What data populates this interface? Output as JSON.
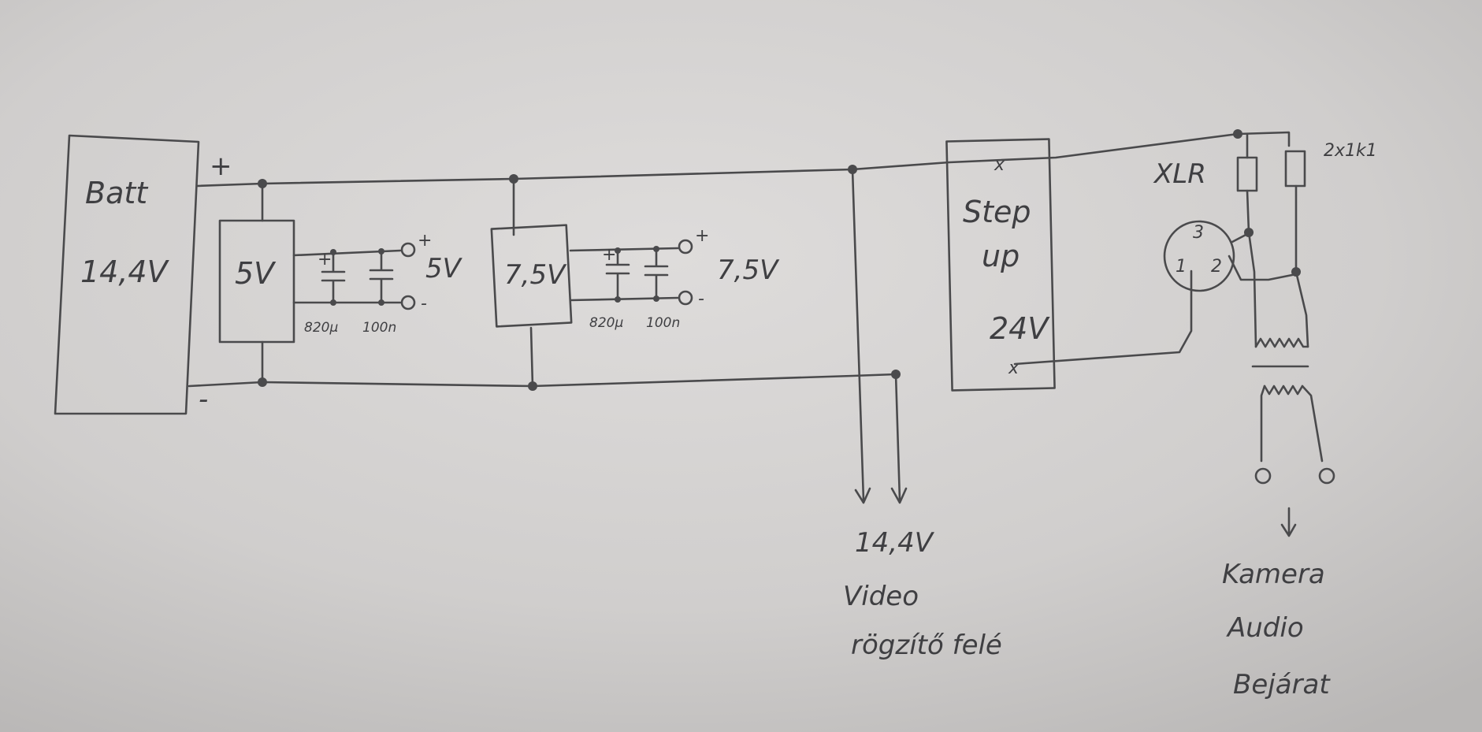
{
  "battery": {
    "name": "Batt",
    "voltage": "14,4V",
    "plus": "+",
    "minus": "-"
  },
  "reg1": {
    "label": "5V",
    "out_label": "5V",
    "plus": "+",
    "minus": "-",
    "cap1": "820µ",
    "cap2": "100n",
    "cap_plus": "+"
  },
  "reg2": {
    "label": "7,5V",
    "out_label": "7,5V",
    "plus": "+",
    "minus": "-",
    "cap1": "820µ",
    "cap2": "100n",
    "cap_plus": "+"
  },
  "stepup": {
    "line1": "Step",
    "line2": "up",
    "voltage": "24V",
    "mark": "x"
  },
  "xlr": {
    "label": "XLR",
    "resistors": "2x1k1",
    "pin3": "3",
    "pin1": "1",
    "pin2": "2"
  },
  "video_note": {
    "voltage": "14,4V",
    "line1": "Video",
    "line2": "rögzítő felé"
  },
  "audio_note": {
    "line1": "Kamera",
    "line2": "Audio",
    "line3": "Bejárat"
  },
  "colors": {
    "paper": "#cfcdcc",
    "pencil": "#4a4a4c"
  }
}
